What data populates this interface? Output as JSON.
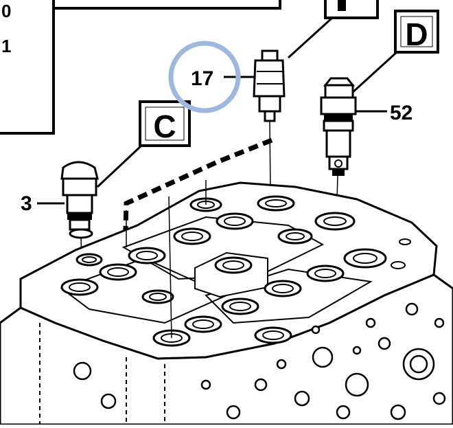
{
  "callouts": {
    "c": "C",
    "d": "D",
    "partial_box": ""
  },
  "part_numbers": {
    "p3": "3",
    "p17": "17",
    "p52": "52"
  },
  "left_panel_fragments": {
    "line1": "0",
    "line2": "1"
  },
  "colors": {
    "ink": "#000000",
    "paper": "#ffffff",
    "highlight_ring": "#9db8dc"
  }
}
